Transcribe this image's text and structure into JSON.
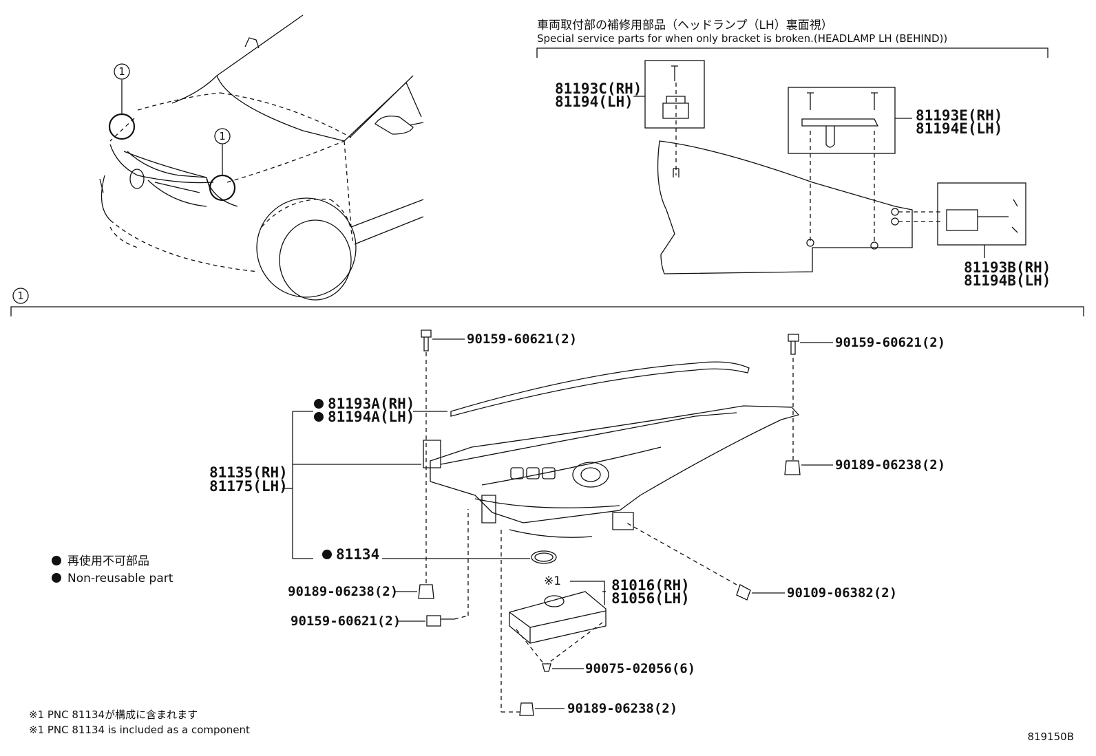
{
  "diagram": {
    "inset_title_jp": "車両取付部の補修用部品（ヘッドランプ（LH）裏面視）",
    "inset_title_en": "Special service parts for when only bracket is broken.(HEADLAMP LH (BEHIND))",
    "callout_number": "1",
    "section_marker": "1",
    "inset_parts": {
      "p1_rh": "81193C(RH)",
      "p1_lh": "81194(LH)",
      "p2_rh": "81193E(RH)",
      "p2_lh": "81194E(LH)",
      "p3_rh": "81193B(RH)",
      "p3_lh": "81194B(LH)"
    },
    "main_parts": {
      "cover_rh": "81193A(RH)",
      "cover_lh": "81194A(LH)",
      "lamp_rh": "81135(RH)",
      "lamp_lh": "81175(LH)",
      "gasket": "81134",
      "bolt_top_left": "90159-60621(2)",
      "bolt_top_right": "90159-60621(2)",
      "clip_right": "90189-06238(2)",
      "clip_left": "90189-06238(2)",
      "bolt_left": "90159-60621(2)",
      "screw_right": "90109-06382(2)",
      "ballast_note": "※1",
      "ballast_rh": "81016(RH)",
      "ballast_lh": "81056(LH)",
      "screw_ballast": "90075-02056(6)",
      "clip_bottom": "90189-06238(2)"
    },
    "legend": {
      "jp": "再使用不可部品",
      "en": "Non-reusable part"
    },
    "footnote_jp": "※1 PNC 81134が構成に含まれます",
    "footnote_en": "※1 PNC 81134 is included as a component",
    "figure_code": "819150B"
  }
}
